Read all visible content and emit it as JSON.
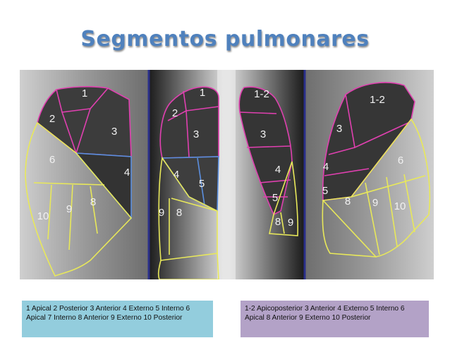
{
  "title": "Segmentos pulmonares",
  "colors": {
    "title": "#4f81bd",
    "upper_lobe_outline": "#e040b0",
    "middle_lingula_outline": "#5b8fe0",
    "lower_lobe_outline": "#e8e85a",
    "legend_left_bg": "#93cddd",
    "legend_right_bg": "#b3a2c7"
  },
  "views": {
    "right_lateral": {
      "labels": [
        "1",
        "2",
        "3",
        "4",
        "6",
        "8",
        "9",
        "10"
      ]
    },
    "frontal_right": {
      "labels": [
        "1",
        "2",
        "3",
        "4",
        "5",
        "9",
        "8"
      ]
    },
    "frontal_left": {
      "labels": [
        "1-2",
        "3",
        "4",
        "5",
        "8",
        "9"
      ]
    },
    "left_lateral": {
      "labels": [
        "1-2",
        "3",
        "4",
        "5",
        "6",
        "8",
        "9",
        "10"
      ]
    }
  },
  "legend_left": "1 Apical 2 Posterior 3 Anterior 4 Externo 5 Interno 6 Apical 7 Interno 8 Anterior 9 Externo 10 Posterior",
  "legend_right": "1-2 Apicoposterior 3 Anterior 4 Externo 5 Interno 6 Apical 8 Anterior 9 Externo 10 Posterior"
}
